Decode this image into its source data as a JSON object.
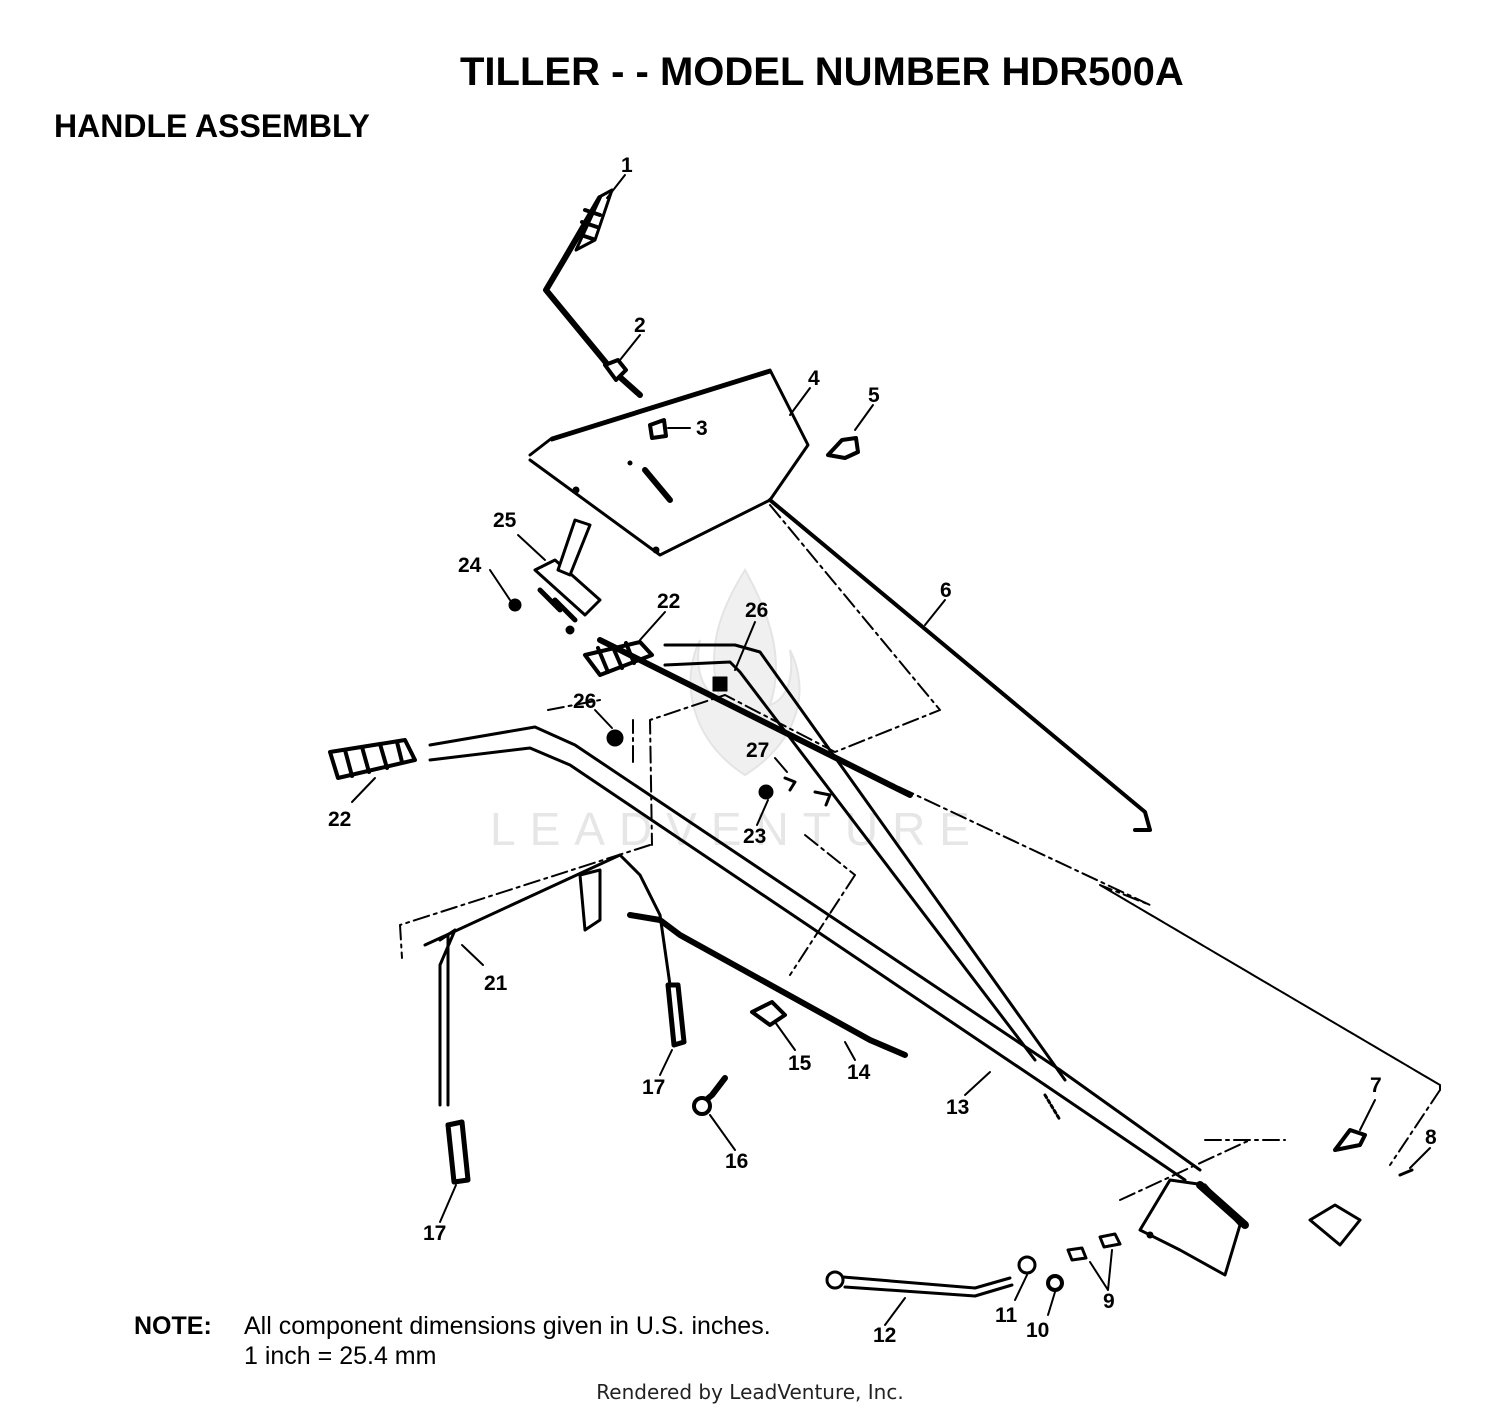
{
  "header": {
    "title": "TILLER - - MODEL NUMBER HDR500A",
    "subtitle": "HANDLE ASSEMBLY"
  },
  "watermark": {
    "text": "LEADVENTURE",
    "icon": "flame-logo-icon"
  },
  "callouts": [
    {
      "id": "c1",
      "label": "1"
    },
    {
      "id": "c2",
      "label": "2"
    },
    {
      "id": "c3",
      "label": "3"
    },
    {
      "id": "c4",
      "label": "4"
    },
    {
      "id": "c5",
      "label": "5"
    },
    {
      "id": "c6",
      "label": "6"
    },
    {
      "id": "c7",
      "label": "7"
    },
    {
      "id": "c8",
      "label": "8"
    },
    {
      "id": "c9",
      "label": "9"
    },
    {
      "id": "c10",
      "label": "10"
    },
    {
      "id": "c11",
      "label": "11"
    },
    {
      "id": "c12",
      "label": "12"
    },
    {
      "id": "c13",
      "label": "13"
    },
    {
      "id": "c14",
      "label": "14"
    },
    {
      "id": "c15",
      "label": "15"
    },
    {
      "id": "c16",
      "label": "16"
    },
    {
      "id": "c17a",
      "label": "17"
    },
    {
      "id": "c17b",
      "label": "17"
    },
    {
      "id": "c21",
      "label": "21"
    },
    {
      "id": "c22a",
      "label": "22"
    },
    {
      "id": "c22b",
      "label": "22"
    },
    {
      "id": "c23",
      "label": "23"
    },
    {
      "id": "c24",
      "label": "24"
    },
    {
      "id": "c25",
      "label": "25"
    },
    {
      "id": "c26a",
      "label": "26"
    },
    {
      "id": "c26b",
      "label": "26"
    },
    {
      "id": "c27",
      "label": "27"
    }
  ],
  "note": {
    "label": "NOTE:",
    "line1": "All component dimensions given in U.S. inches.",
    "line2": "1 inch = 25.4 mm"
  },
  "footer": "Rendered by LeadVenture, Inc."
}
